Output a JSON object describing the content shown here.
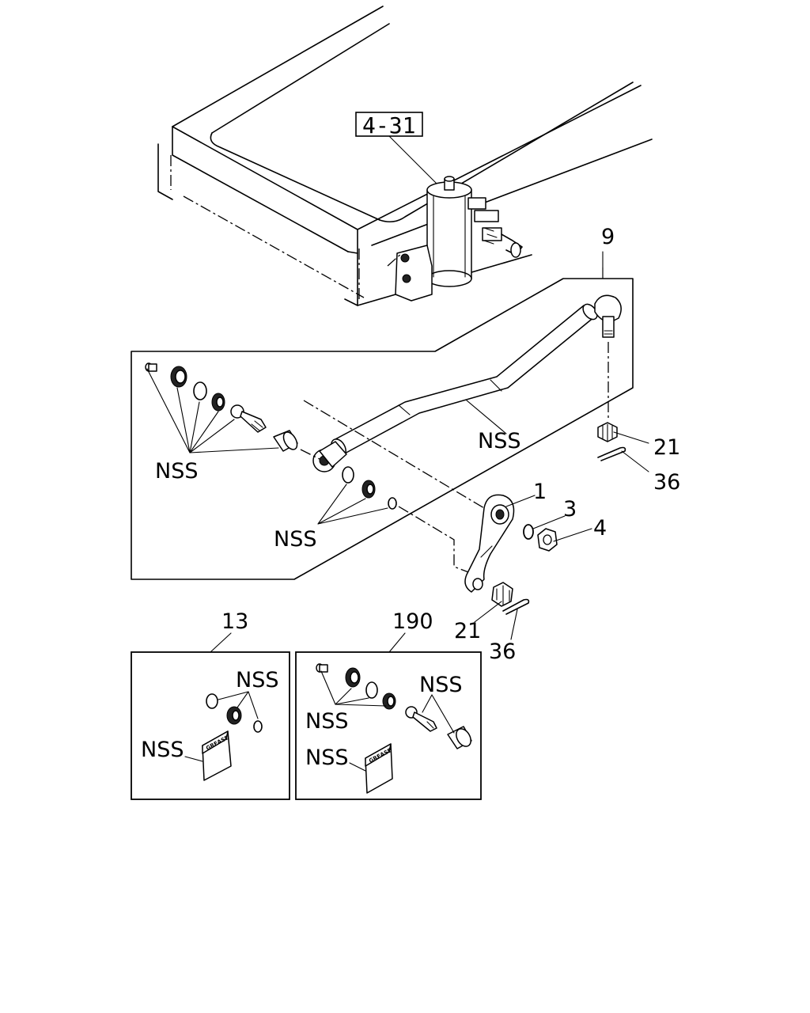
{
  "diagram": {
    "ref_box": "4-31",
    "callouts": {
      "n1": "1",
      "n3": "3",
      "n4": "4",
      "n9": "9",
      "n13": "13",
      "n21_top": "21",
      "n21_bottom": "21",
      "n36_top": "36",
      "n36_bottom": "36",
      "n190": "190"
    },
    "nss_labels": {
      "kit9_left": "NSS",
      "kit9_tube": "NSS",
      "kit9_lower": "NSS",
      "kit13_top": "NSS",
      "kit13_left": "NSS",
      "kit190_left": "NSS",
      "kit190_right": "NSS",
      "kit190_bottom": "NSS"
    },
    "grease_pack": "GREASE"
  }
}
